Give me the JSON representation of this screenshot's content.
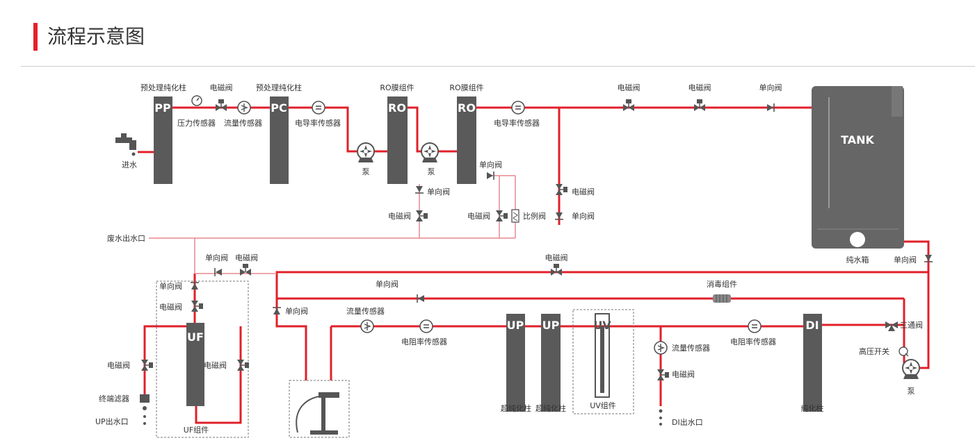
{
  "header": {
    "title": "流程示意图"
  },
  "colors": {
    "accent": "#e5202b",
    "pipe": "#e0202a",
    "drain": "#e8898e",
    "component": "#5a5a5a",
    "tank": "#666666"
  },
  "components": {
    "pp": {
      "short": "PP",
      "label": "预处理纯化柱"
    },
    "pc": {
      "short": "PC",
      "label": "预处理纯化柱"
    },
    "ro1": {
      "short": "RO",
      "label": "RO膜组件"
    },
    "ro2": {
      "short": "RO",
      "label": "RO膜组件"
    },
    "tank": {
      "short": "TANK",
      "label": "纯水箱"
    },
    "up1": {
      "short": "UP",
      "label": "超纯化柱"
    },
    "up2": {
      "short": "UP",
      "label": "超纯化柱"
    },
    "uv": {
      "short": "UV",
      "label": "UV组件"
    },
    "di": {
      "short": "DI",
      "label": "纯化柱"
    },
    "uf": {
      "short": "UF",
      "label": "UF组件"
    }
  },
  "labels": {
    "inlet": "进水",
    "pressure_sensor": "压力传感器",
    "solenoid": "电磁阀",
    "flow_sensor": "流量传感器",
    "conductivity_sensor": "电导率传感器",
    "pump": "泵",
    "check_valve": "单向阀",
    "proportional_valve": "比例阀",
    "waste_outlet": "废水出水口",
    "disinfection": "消毒组件",
    "three_way": "三通阀",
    "high_pressure_switch": "高压开关",
    "resistivity_sensor": "电阻率传感器",
    "terminal_filter": "终端滤器",
    "up_outlet": "UP出水口",
    "di_outlet": "DI出水口"
  }
}
